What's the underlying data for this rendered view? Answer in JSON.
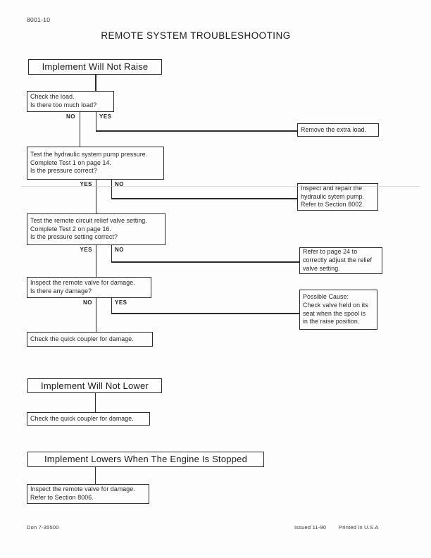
{
  "page": {
    "number": "8001-10",
    "title": "REMOTE SYSTEM TROUBLESHOOTING"
  },
  "labels": {
    "yes": "YES",
    "no": "NO"
  },
  "flow": {
    "section1": {
      "header": "Implement Will Not Raise",
      "q1": [
        "Check the load.",
        "Is there too much load?"
      ],
      "r1": [
        "Remove the extra load."
      ],
      "q2": [
        "Test the hydraulic system pump pressure.",
        "Complete Test 1 on page 14.",
        "Is the pressure correct?"
      ],
      "r2": [
        "Inspect and repair the",
        "hydraulic sytem pump.",
        "Refer to Section 8002."
      ],
      "q3": [
        "Test the remote circuit relief valve setting.",
        "Complete Test 2 on page 16.",
        "Is the pressure setting correct?"
      ],
      "r3": [
        "Refer to page 24 to",
        "correctly adjust the relief",
        "valve setting."
      ],
      "q4": [
        "Inspect the remote valve for damage.",
        "Is there any damage?"
      ],
      "r4": [
        "Possible Cause:",
        "Check valve held on its",
        "seat when the spool is",
        "in the raise position."
      ],
      "end": [
        "Check the quick coupler for damage."
      ]
    },
    "section2": {
      "header": "Implement Will Not Lower",
      "end": [
        "Check the quick coupler for damage."
      ]
    },
    "section3": {
      "header": "Implement Lowers When The Engine Is Stopped",
      "end": [
        "Inspect the remote valve for damage.",
        "Refer to Section 8006."
      ]
    }
  },
  "footer": {
    "form_number": "Don 7-35500",
    "issued": "Issued 11-90",
    "printed": "Printed in U.S.A"
  },
  "colors": {
    "ink": "#2b2b2b",
    "paper": "#fdfdfd",
    "artifact_line": "#c7c7c7"
  }
}
